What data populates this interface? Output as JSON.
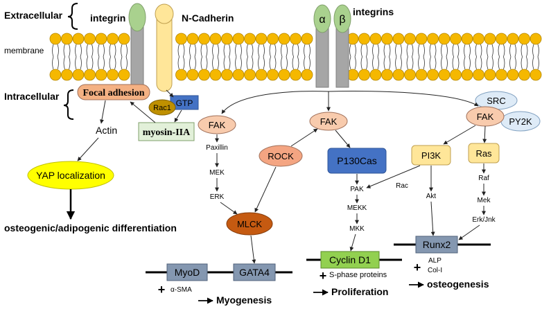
{
  "zones": {
    "extracellular": "Extracellular",
    "membrane": "membrane",
    "intracellular": "Intracellular"
  },
  "receptors": {
    "integrin_left": "integrin",
    "ncadherin": "N-Cadherin",
    "integrins_right": "integrins",
    "alpha": "α",
    "beta": "β"
  },
  "nodes": {
    "focal_adhesion": "Focal adhesion",
    "rac1": "Rac1",
    "gtp": "GTP",
    "myosin": "myosin-IIA",
    "actin": "Actin",
    "yap": "YAP localization",
    "fak_left": "FAK",
    "fak_mid": "FAK",
    "fak_right": "FAK",
    "src": "SRC",
    "py2k": "PY2K",
    "rock": "ROCK",
    "p130cas": "P130Cas",
    "pi3k": "PI3K",
    "ras": "Ras",
    "mlck": "MLCK",
    "cyclin": "Cyclin D1",
    "runx2": "Runx2",
    "myod": "MyoD",
    "gata4": "GATA4"
  },
  "small_labels": {
    "paxillin": "Paxillin",
    "mek": "MEK",
    "erk": "ERK",
    "pak": "PAK",
    "mekk": "MEKK",
    "mkk": "MKK",
    "rac": "Rac",
    "akt": "Akt",
    "raf": "Raf",
    "mek2": "Mek",
    "erk_jnk": "Erk/Jnk",
    "alpha_sma": "α-SMA",
    "s_phase": "S-phase proteins",
    "alp": "ALP",
    "col1": "Col-I"
  },
  "plus_sign": "+",
  "outcomes": {
    "differentiation": "osteogenic/adipogenic differentiation",
    "myogenesis": "Myogenesis",
    "proliferation": "Proliferation",
    "osteogenesis": "osteogenesis"
  },
  "colors": {
    "membrane_bead": "#f5b800",
    "integrin_green": "#a9d18e",
    "cadherin_yellow": "#ffe699",
    "stalk_gray": "#a6a6a6",
    "fak_pink": "#f8cbad",
    "focal_orange": "#f4b183",
    "rac1_olive": "#bf9000",
    "gtp_blue": "#4472c4",
    "myosin_green": "#e2f0d9",
    "yap_yellow": "#ffff00",
    "rock_salmon": "#f4a582",
    "p130_blue": "#4472c4",
    "pi3k_yellow": "#ffe699",
    "src_lightblue": "#deebf7",
    "mlck_orange": "#c55a11",
    "cyclin_green": "#92d050",
    "gene_gray": "#8497b0"
  }
}
